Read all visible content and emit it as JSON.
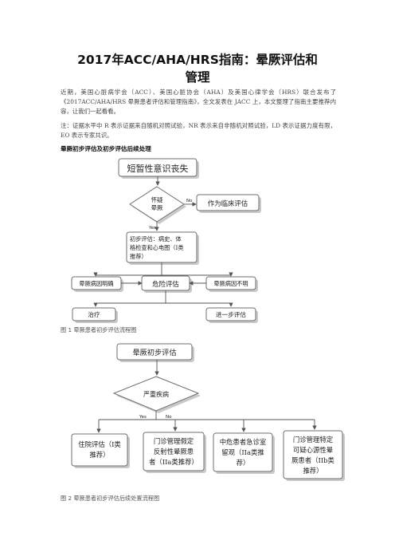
{
  "article": {
    "title_line1": "2017年ACC/AHA/HRS指南：晕厥评估和",
    "title_line2": "管理",
    "intro": "近期，美国心脏病学会（ACC）、美国心脏协会（AHA）及美国心律学会（HRS）联合发布了《2017ACC/AHA/HRS 晕厥患者评估和管理指南》，全文发表在 JACC 上，本文整理了指南主要推荐内容，让我们一起看看。",
    "note": "注：证据水平中 R 表示证据来自随机对照试验，NR 表示来自非随机对照试验，LD 表示证据力度有限，EO 表示专家共识。",
    "section_heading": "晕厥初步评估及初步评估后续处理"
  },
  "figure1": {
    "caption": "图 1 晕厥患者初步评估流程图",
    "nodes": {
      "start": "短暂性意识丧失",
      "suspect_line1": "怀疑",
      "suspect_line2": "晕厥",
      "clinical_eval": "作为临床评估",
      "initial_eval_line1": "初步评估：病史、体",
      "initial_eval_line2": "格检查和心电图（I类",
      "initial_eval_line3": "推荐）",
      "cause_known": "晕厥病因明确",
      "risk_eval": "危险评估",
      "cause_unknown": "晕厥病因不明",
      "treatment": "治疗",
      "further_eval": "进一步评估"
    },
    "labels": {
      "yes": "Yes",
      "no": "No"
    }
  },
  "figure2": {
    "caption": "图 2 晕厥患者初步评估后续处置流程图",
    "nodes": {
      "initial_eval": "晕厥初步评估",
      "severe": "严重疾病",
      "inpatient_line1": "住院评估（I类",
      "inpatient_line2": "推荐）",
      "outpatient_reflex_line1": "门诊管理假定",
      "outpatient_reflex_line2": "反射性晕厥患",
      "outpatient_reflex_line3": "者（IIa类推荐）",
      "ed_obs_line1": "中危患者急诊室",
      "ed_obs_line2": "留观（IIa类推",
      "ed_obs_line3": "荐）",
      "outpatient_cardiac_line1": "门诊管理特定",
      "outpatient_cardiac_line2": "可疑心源性晕",
      "outpatient_cardiac_line3": "厥患者（IIb类",
      "outpatient_cardiac_line4": "推荐）"
    },
    "labels": {
      "yes": "Yes",
      "no": "No"
    }
  }
}
